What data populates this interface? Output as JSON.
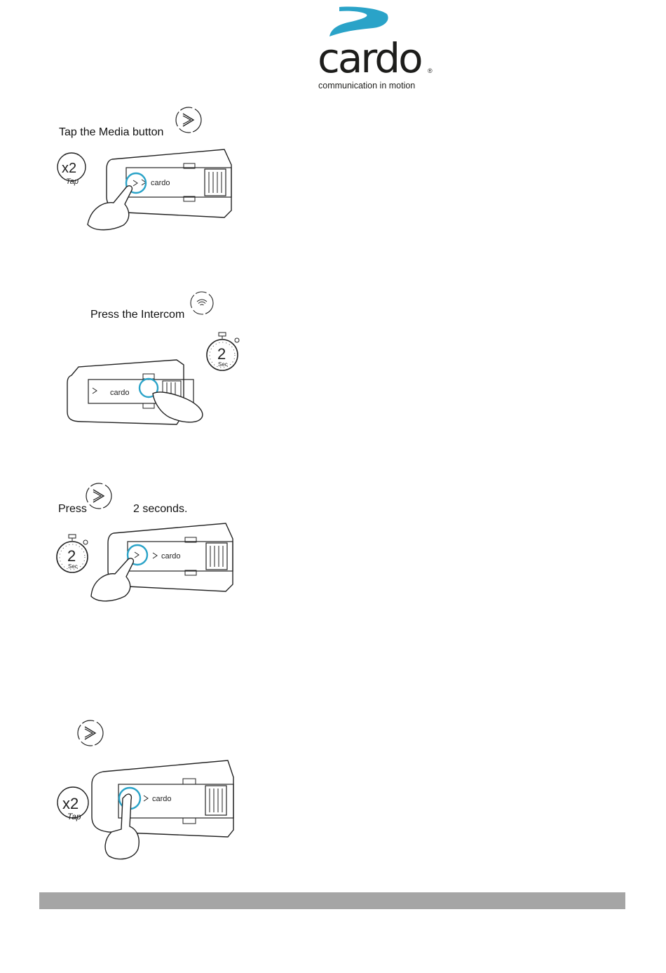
{
  "brand": {
    "name": "cardo",
    "tagline": "communication in motion",
    "accent_color": "#2aa3c8"
  },
  "steps": [
    {
      "instruction": "Tap the Media button",
      "badge_main": "x2",
      "badge_sub": "Tap",
      "button_icon": "media-chevron-icon"
    },
    {
      "instruction": "Press the Intercom",
      "badge_main": "2",
      "badge_sub": "Sec",
      "button_icon": "intercom-icon"
    },
    {
      "instruction_before": "Press",
      "instruction_after": "2 seconds.",
      "badge_main": "2",
      "badge_sub": "Sec",
      "button_icon": "media-chevron-icon"
    },
    {
      "badge_main": "x2",
      "badge_sub": "Tap",
      "button_icon": "media-chevron-icon"
    }
  ],
  "device_label": "cardo"
}
